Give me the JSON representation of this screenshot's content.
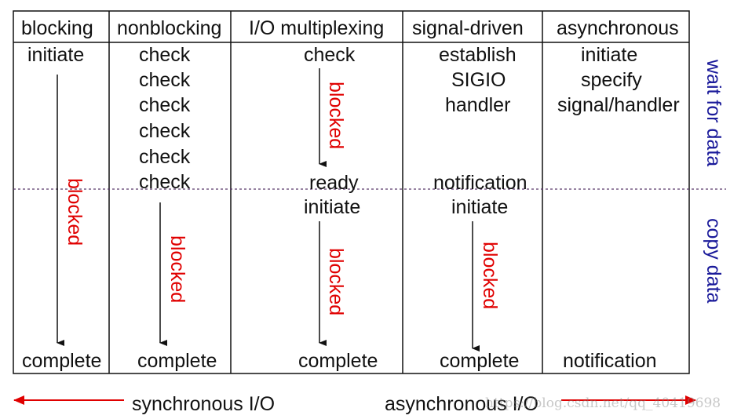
{
  "headers": [
    "blocking",
    "nonblocking",
    "I/O multiplexing",
    "signal-driven",
    "asynchronous"
  ],
  "columns": {
    "blocking": {
      "wait": [
        "initiate"
      ],
      "blocked": "blocked",
      "complete": "complete"
    },
    "nonblocking": {
      "wait": [
        "check",
        "check",
        "check",
        "check",
        "check",
        "check"
      ],
      "blocked": "blocked",
      "complete": "complete"
    },
    "multiplexing": {
      "wait": [
        "check"
      ],
      "blocked_wait": "blocked",
      "ready": "ready",
      "initiate": "initiate",
      "blocked_copy": "blocked",
      "complete": "complete"
    },
    "signal": {
      "wait": [
        "establish",
        "SIGIO",
        "handler"
      ],
      "notification": "notification",
      "initiate": "initiate",
      "blocked": "blocked",
      "complete": "complete"
    },
    "async": {
      "wait": [
        "initiate",
        "specify",
        "signal/handler"
      ],
      "notification": "notification"
    }
  },
  "phases": {
    "wait": "wait for data",
    "copy": "copy data"
  },
  "footer": {
    "sync": "synchronous I/O",
    "async": "asynchronous I/O"
  },
  "watermark": "https://blog.csdn.net/qq_40419698",
  "colors": {
    "blocked": "#e00000",
    "phase": "#1a1a9a",
    "arrow": "#e00000",
    "divider": "#5a3a6a"
  }
}
